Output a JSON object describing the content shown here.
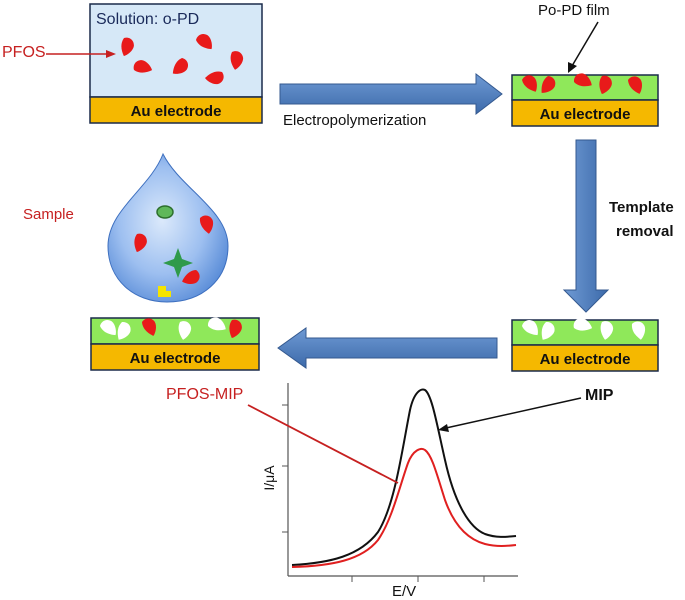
{
  "labels": {
    "solution": "Solution: o-PD",
    "pfos": "PFOS",
    "electrode": "Au electrode",
    "electropolymerization": "Electropolymerization",
    "film": "Po-PD film",
    "template_line1": "Template",
    "template_line2": "removal",
    "sample": "Sample",
    "pfos_mip": "PFOS-MIP",
    "mip": "MIP",
    "y_axis": "I/μA",
    "x_axis": "E/V"
  },
  "colors": {
    "electrode": "#f5b800",
    "film": "#8fe85a",
    "solution": "#d6e8f7",
    "pfos": "#e81a1a",
    "arrow": "#4f7fbf",
    "label_red": "#c62020",
    "mip_curve": "#111111",
    "pfos_mip_curve": "#e02020"
  }
}
